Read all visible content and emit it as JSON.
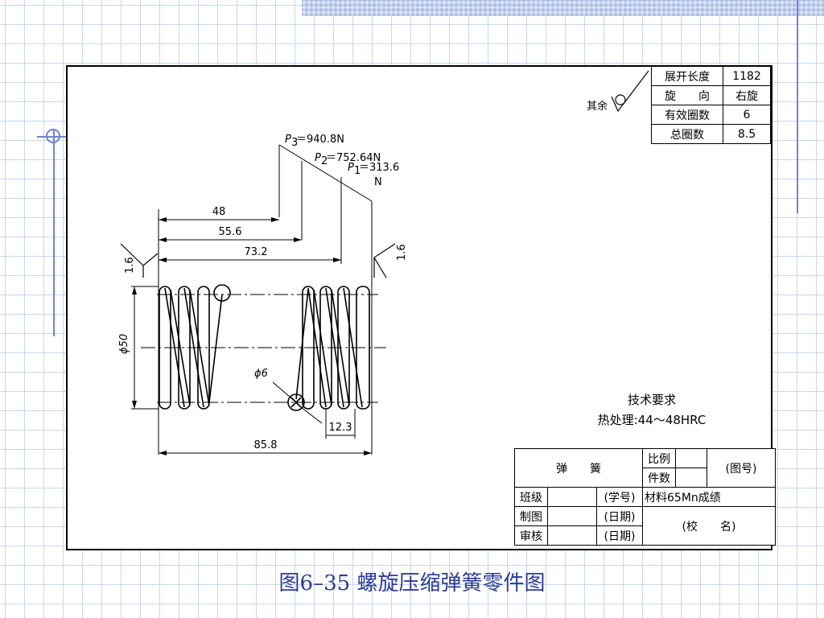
{
  "caption": "图6–35  螺旋压缩弹簧零件图",
  "surface_finish": {
    "label": "其余"
  },
  "params": [
    {
      "label": "展开长度",
      "value": "1182"
    },
    {
      "label": "旋　　向",
      "value": "右旋"
    },
    {
      "label": "有效圈数",
      "value": "6"
    },
    {
      "label": "总圈数",
      "value": "8.5"
    }
  ],
  "loads": {
    "p3_sym": "P",
    "p3_sub": "3",
    "p3_val": "＝940.8N",
    "p2_sym": "P",
    "p2_sub": "2",
    "p2_val": "＝752.64N",
    "p1_sym": "P",
    "p1_sub": "1",
    "p1_val": "＝313.6",
    "p1_unit": "N"
  },
  "dimensions": {
    "d48": "48",
    "d556": "55.6",
    "d732": "73.2",
    "left_roughness": "1.6",
    "right_roughness": "1.6",
    "dia_outer": "ϕ50",
    "dia_wire": "ϕ6",
    "pitch": "12.3",
    "free_length": "85.8"
  },
  "tech_requirements": {
    "title": "技术要求",
    "heat_treatment": "热处理:44～48HRC"
  },
  "title_block": {
    "part_name": "弹　　簧",
    "scale_label": "比例",
    "qty_label": "件数",
    "drawing_no": "(图号)",
    "class_label": "班级",
    "student_no": "(学号)",
    "material": "材料65Mn成绩",
    "drawn_label": "制图",
    "date1": "(日期)",
    "checked_label": "审核",
    "date2": "(日期)",
    "school": "(校　　名)"
  }
}
